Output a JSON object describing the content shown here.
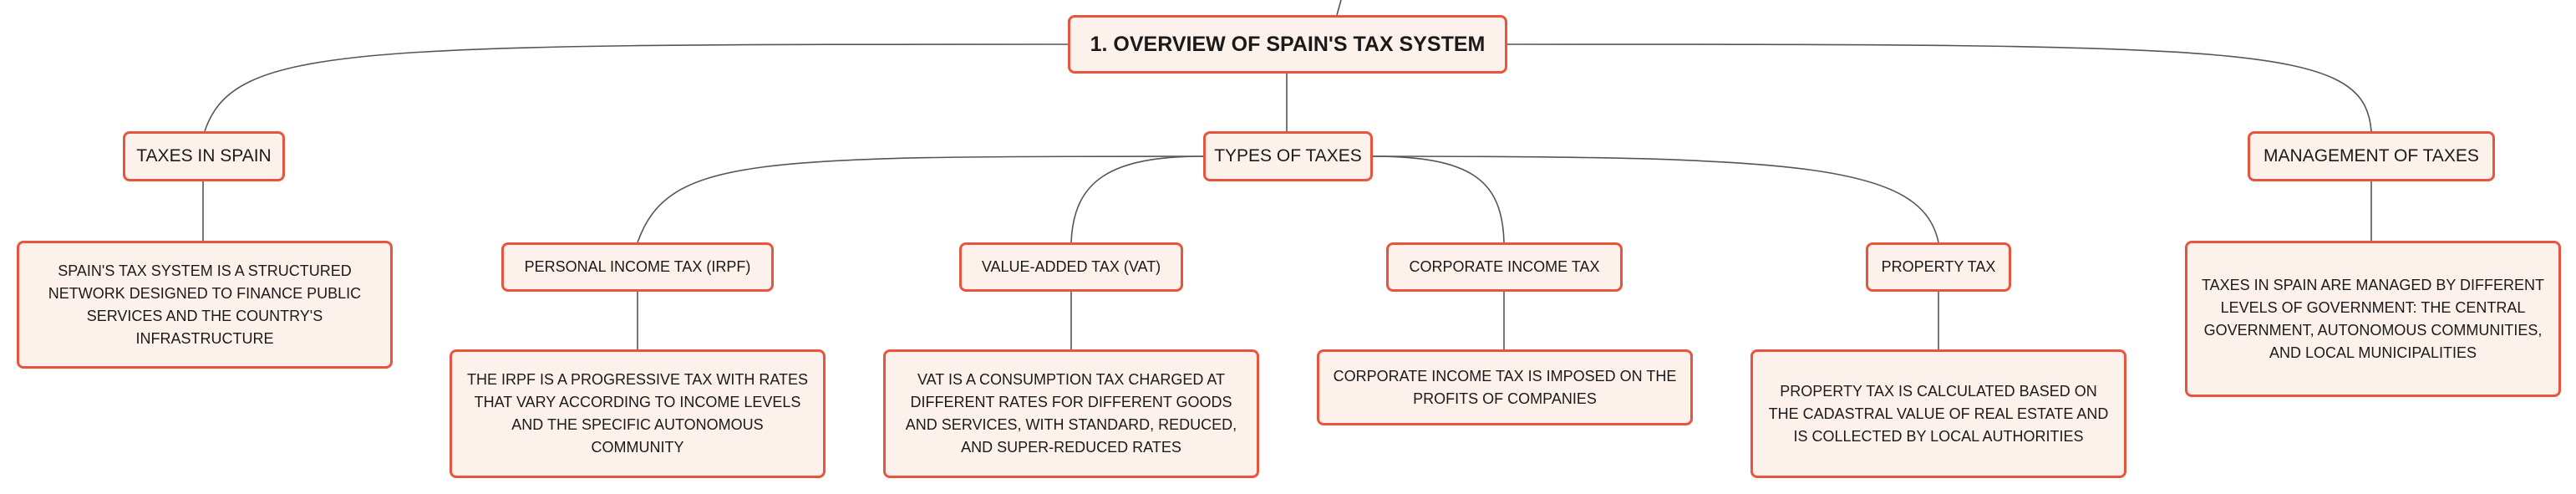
{
  "map": {
    "root": "1. OVERVIEW OF SPAIN'S TAX SYSTEM",
    "branches": [
      {
        "label": "TAXES IN SPAIN",
        "description": "SPAIN'S TAX SYSTEM IS A STRUCTURED NETWORK DESIGNED TO FINANCE PUBLIC SERVICES AND THE COUNTRY'S INFRASTRUCTURE"
      },
      {
        "label": "TYPES OF TAXES",
        "children": [
          {
            "label": "PERSONAL INCOME TAX (IRPF)",
            "description": "THE IRPF IS A PROGRESSIVE TAX WITH RATES THAT VARY ACCORDING TO INCOME LEVELS AND THE SPECIFIC AUTONOMOUS COMMUNITY"
          },
          {
            "label": "VALUE-ADDED TAX (VAT)",
            "description": "VAT IS A CONSUMPTION TAX CHARGED AT DIFFERENT RATES FOR DIFFERENT GOODS AND SERVICES, WITH STANDARD, REDUCED, AND SUPER-REDUCED RATES"
          },
          {
            "label": "CORPORATE INCOME TAX",
            "description": "CORPORATE INCOME TAX IS IMPOSED ON THE PROFITS OF COMPANIES"
          },
          {
            "label": "PROPERTY TAX",
            "description": "PROPERTY TAX IS CALCULATED BASED ON THE CADASTRAL VALUE OF REAL ESTATE AND IS COLLECTED BY LOCAL AUTHORITIES"
          }
        ]
      },
      {
        "label": "MANAGEMENT OF TAXES",
        "description": "TAXES IN SPAIN ARE MANAGED BY DIFFERENT LEVELS OF GOVERNMENT: THE CENTRAL GOVERNMENT, AUTONOMOUS COMMUNITIES, AND LOCAL MUNICIPALITIES"
      }
    ]
  },
  "colors": {
    "node_border": "#e8553f",
    "node_fill": "#fdf1ec",
    "connector": "#555555"
  }
}
